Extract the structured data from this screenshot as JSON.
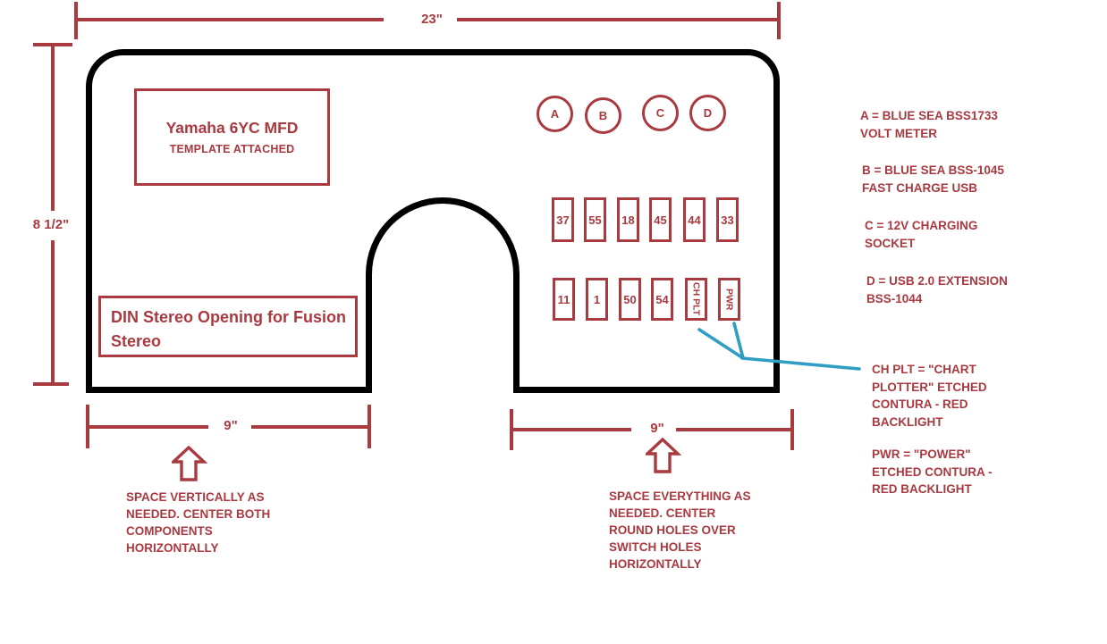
{
  "colors": {
    "red": "#a93a40",
    "blue": "#2f9dc4",
    "black": "#000000",
    "background": "#ffffff"
  },
  "dim_top": {
    "label": "23\""
  },
  "dim_left": {
    "label": "8 1/2\""
  },
  "dim_bottom_left": {
    "label": "9\""
  },
  "dim_bottom_right": {
    "label": "9\""
  },
  "mfd_box": {
    "title": "Yamaha 6YC MFD",
    "subtitle": "TEMPLATE ATTACHED"
  },
  "din_box": {
    "line1": "DIN Stereo Opening for Fusion",
    "line2": "Stereo"
  },
  "round_holes": [
    "A",
    "B",
    "C",
    "D"
  ],
  "switch_row_top": [
    "37",
    "55",
    "18",
    "45",
    "44",
    "33"
  ],
  "switch_row_bottom": [
    "11",
    "1",
    "50",
    "54"
  ],
  "switch_rotated": [
    "CH PLT",
    "PWR"
  ],
  "legend": [
    {
      "lines": [
        "A = BLUE SEA BSS1733",
        "VOLT METER"
      ]
    },
    {
      "lines": [
        "B = BLUE SEA BSS-1045",
        "FAST CHARGE USB"
      ]
    },
    {
      "lines": [
        "C = 12V CHARGING",
        "SOCKET"
      ]
    },
    {
      "lines": [
        "D = USB 2.0 EXTENSION",
        "BSS-1044"
      ]
    },
    {
      "lines": [
        "CH PLT = \"CHART",
        "PLOTTER\" ETCHED",
        "CONTURA - RED",
        "BACKLIGHT"
      ]
    },
    {
      "lines": [
        "PWR = \"POWER\"",
        "ETCHED CONTURA -",
        "RED BACKLIGHT"
      ]
    }
  ],
  "note_left": {
    "lines": [
      "SPACE VERTICALLY AS",
      "NEEDED. CENTER BOTH",
      "COMPONENTS",
      "HORIZONTALLY"
    ]
  },
  "note_right": {
    "lines": [
      "SPACE EVERYTHING AS",
      "NEEDED. CENTER",
      "ROUND HOLES OVER",
      "SWITCH HOLES",
      "HORIZONTALLY"
    ]
  }
}
